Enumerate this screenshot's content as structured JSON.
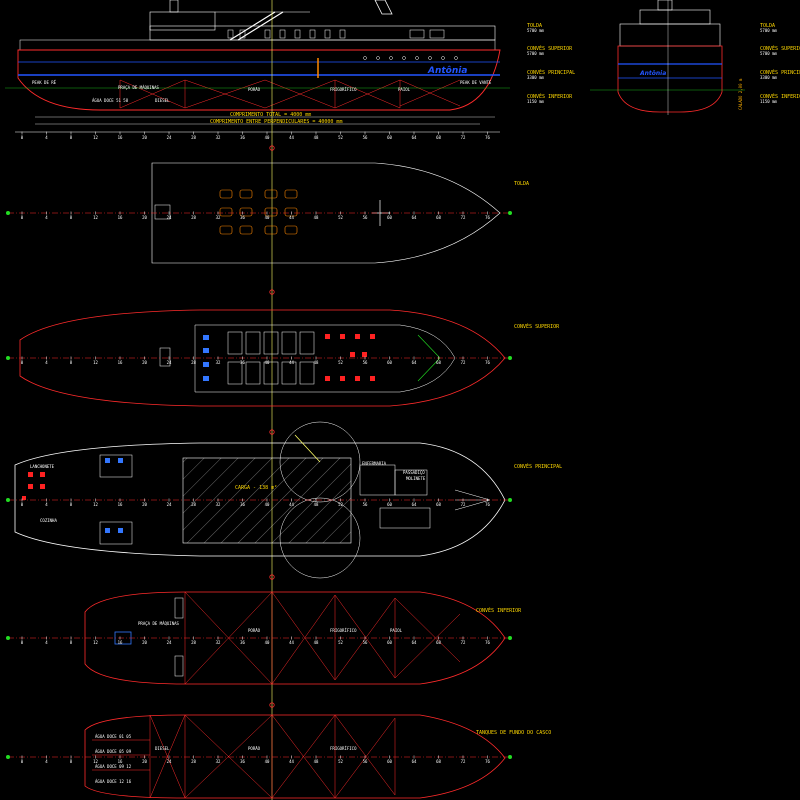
{
  "colors": {
    "background": "#000000",
    "hull": "#ff2b2b",
    "frame": "#ffffff",
    "annotation": "#ffd800",
    "blue_band": "#2255ff",
    "green_marker": "#22dd22"
  },
  "profile": {
    "labels": {
      "aft_peak": "PEAK DE RÉ",
      "engine_room": "PRAÇA DE MÁQUINAS",
      "holds": "PORÃO",
      "refrigerated": "FRIGORÍFICO",
      "store": "PAIOL",
      "forward_peak": "PEAK DE VANTE",
      "fresh_water": "ÁGUA DOCE 51 58",
      "diesel": "DIESEL",
      "length_overall": "COMPRIMENTO TOTAL = 4000 mm",
      "length_perpendiculars": "COMPRIMENTO ENTRE PERPENDICULARES = 40000 mm"
    },
    "ship_name": "Antônia"
  },
  "heights": {
    "tolda": "TOLDA",
    "tolda_value": "5700 mm",
    "upper_deck": "CONVÉS SUPERIOR",
    "upper_deck_value": "5700 mm",
    "main_deck": "CONVÉS PRINCIPAL",
    "main_deck_value": "3300 mm",
    "lower_deck": "CONVÉS INFERIOR",
    "lower_deck_value": "1150 mm"
  },
  "section": {
    "ship_name": "Antônia",
    "draft_label": "CALADO 2,00 m"
  },
  "frame_ticks": [
    "0",
    "4",
    "8",
    "12",
    "16",
    "20",
    "24",
    "28",
    "32",
    "36",
    "40",
    "44",
    "48",
    "52",
    "56",
    "60",
    "64",
    "68",
    "72",
    "76"
  ],
  "plans": {
    "tolda": {
      "title": "TOLDA"
    },
    "upper_deck": {
      "title": "CONVÉS SUPERIOR"
    },
    "main_deck": {
      "title": "CONVÉS PRINCIPAL",
      "labels": {
        "snack_bar": "LANCHONETE",
        "kitchen": "COZINHA",
        "cargo": "CARGA - 138 m²",
        "infirmary": "ENFERMARIA",
        "bridge": "PASSADIÇO",
        "winch": "MOLINETE"
      }
    },
    "lower_deck": {
      "title": "CONVÉS INFERIOR",
      "labels": {
        "engine_room": "PRAÇA DE MÁQUINAS",
        "holds": "PORÃO",
        "refrigerated": "FRIGORÍFICO",
        "store": "PAIOL"
      }
    },
    "double_bottom": {
      "title": "TANQUES DE FUNDO DO CASCO",
      "labels": {
        "fresh_water_1": "ÁGUA DOCE 01 05",
        "fresh_water_2": "ÁGUA DOCE 05 09",
        "fresh_water_3": "ÁGUA DOCE 09 12",
        "fresh_water_4": "ÁGUA DOCE 12 16",
        "diesel": "DIESEL",
        "holds": "PORÃO",
        "refrigerated": "FRIGORÍFICO"
      }
    }
  }
}
